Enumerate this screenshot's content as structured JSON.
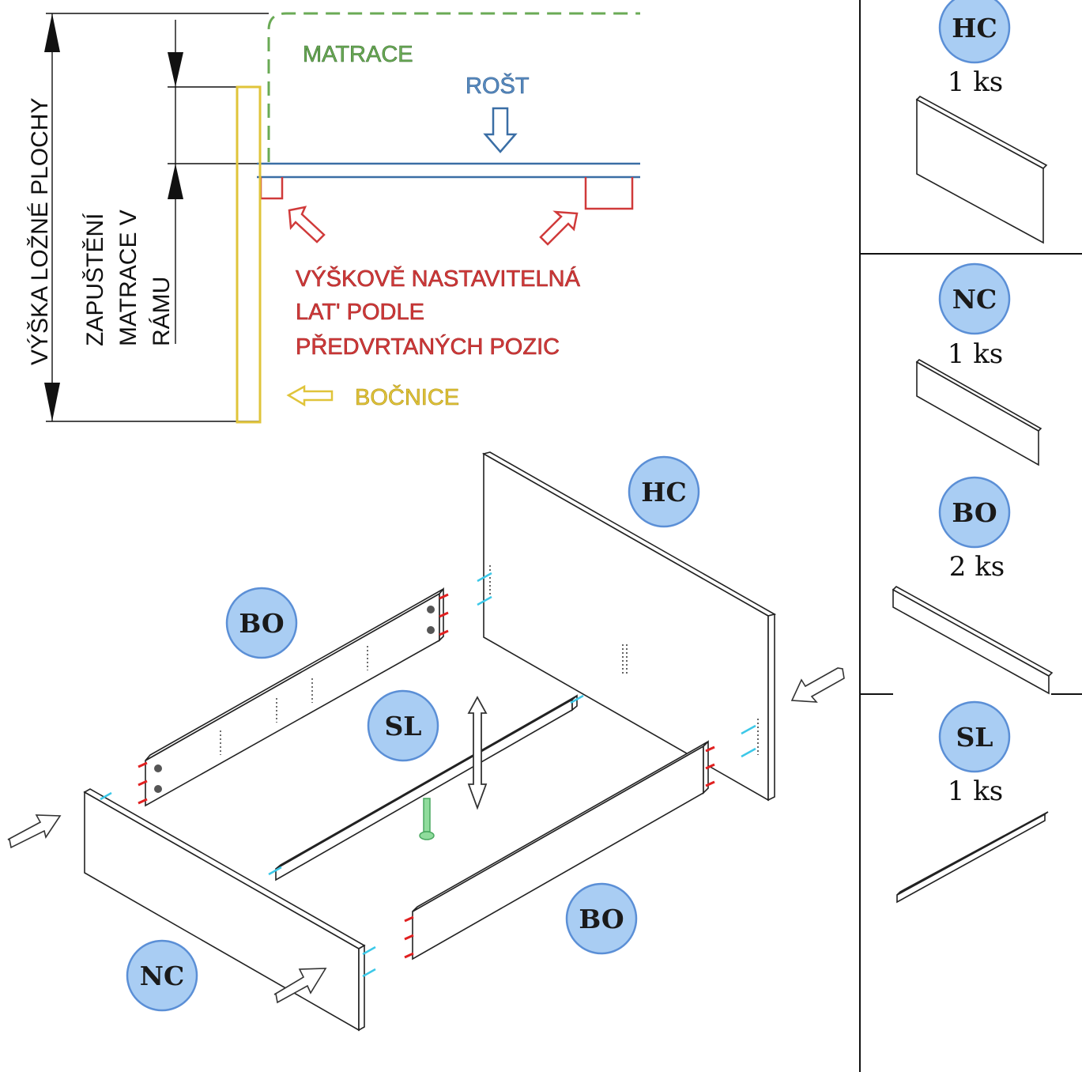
{
  "diagram": {
    "labels": {
      "matrace": "MATRACE",
      "rost": "ROŠT",
      "lat_line1": "VÝŠKOVĚ NASTAVITELNÁ",
      "lat_line2": "LAT' PODLE",
      "lat_line3": "PŘEDVRTANÝCH POZIC",
      "bocnice": "BOČNICE",
      "vyska": "VÝŠKA LOŽNÉ PLOCHY",
      "zapusteni_line1": "ZAPUŠTĚNÍ",
      "zapusteni_line2": "MATRACE V",
      "zapusteni_line3": "RÁMU"
    },
    "colors": {
      "matrace": "#6aaa55",
      "rost": "#3a6ea5",
      "lat": "#d03a3a",
      "bocnice": "#e0c43a"
    },
    "assembly_badges": {
      "hc": "HC",
      "bo_top": "BO",
      "sl": "SL",
      "bo_bottom": "BO",
      "nc": "NC"
    }
  },
  "parts_list": [
    {
      "code": "HC",
      "qty": "1 ks"
    },
    {
      "code": "NC",
      "qty": "1 ks"
    },
    {
      "code": "BO",
      "qty": "2 ks"
    },
    {
      "code": "SL",
      "qty": "1 ks"
    }
  ]
}
